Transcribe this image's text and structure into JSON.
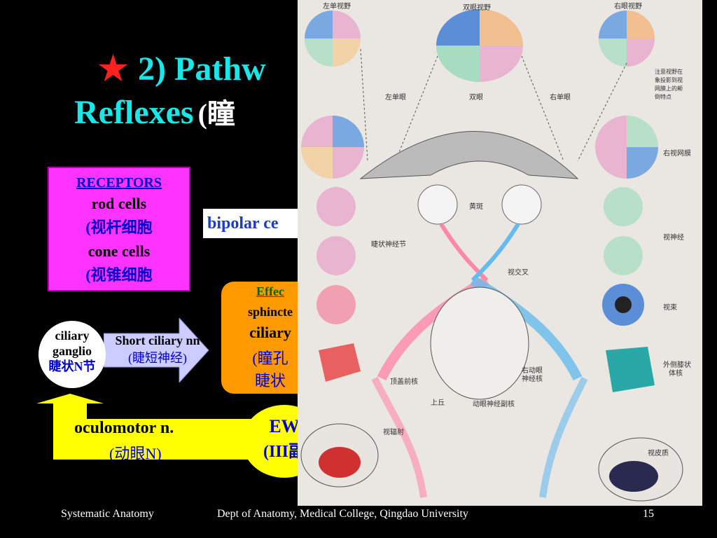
{
  "title": {
    "star": "★",
    "line1": "2) Pathw",
    "line2": "Reflexes",
    "line2_cn": "(瞳"
  },
  "receptors": {
    "head": "RECEPTORS",
    "rod": "rod cells",
    "rod_cn": "(视杆细胞",
    "cone": "cone cells",
    "cone_cn": "(视锥细胞"
  },
  "bipolar": "bipolar ce",
  "effector": {
    "head": "Effec",
    "l1": "sphincte",
    "l2": "ciliary",
    "l3": "(瞳孔",
    "l4": "睫状"
  },
  "ganglion": {
    "line1": "ciliary",
    "line2": "ganglio",
    "line3": "睫状N节"
  },
  "short_ciliary": {
    "label": "Short ciliary nn",
    "cn": "(睫短神经)"
  },
  "oculomotor": {
    "label": "oculomotor n.",
    "cn": "(动眼N)"
  },
  "ew": {
    "l1": "EW",
    "l2": "(III副"
  },
  "figure": {
    "top_left": "左单视野",
    "top_center": "双眼视野",
    "top_right": "右眼视野",
    "left_mono": "左单眼",
    "binocular": "双眼",
    "right_mono": "右单眼",
    "note1": "注意视野在",
    "note2": "象投影到视",
    "note3": "网膜上的颠",
    "note4": "倒特点",
    "right_retina": "右视网膜",
    "macula": "黄斑",
    "ciliary_ganglion": "睫状神经节",
    "optic_nerve": "视神经",
    "chiasm": "视交叉",
    "optic_tract": "视束",
    "lgn1": "外侧膝状",
    "lgn2": "体核",
    "pretectal": "顶盖前核",
    "sup_coll": "上丘",
    "oculomotor_nucleus": "动眼神经副核",
    "right_oculomotor1": "右动眼",
    "right_oculomotor2": "神经核",
    "optic_radiation": "视辐射",
    "visual_cortex": "视皮质"
  },
  "footer": {
    "left": "Systematic Anatomy",
    "center": "Dept of Anatomy, Medical College, Qingdao University",
    "page": "15"
  },
  "colors": {
    "background": "#000000",
    "title": "#19e6e6",
    "receptor_box": "#ff33ff",
    "effector_box": "#ff9900",
    "highlight": "#ffff00",
    "arrow": "#ccccff",
    "cn_text": "#0000cc"
  }
}
